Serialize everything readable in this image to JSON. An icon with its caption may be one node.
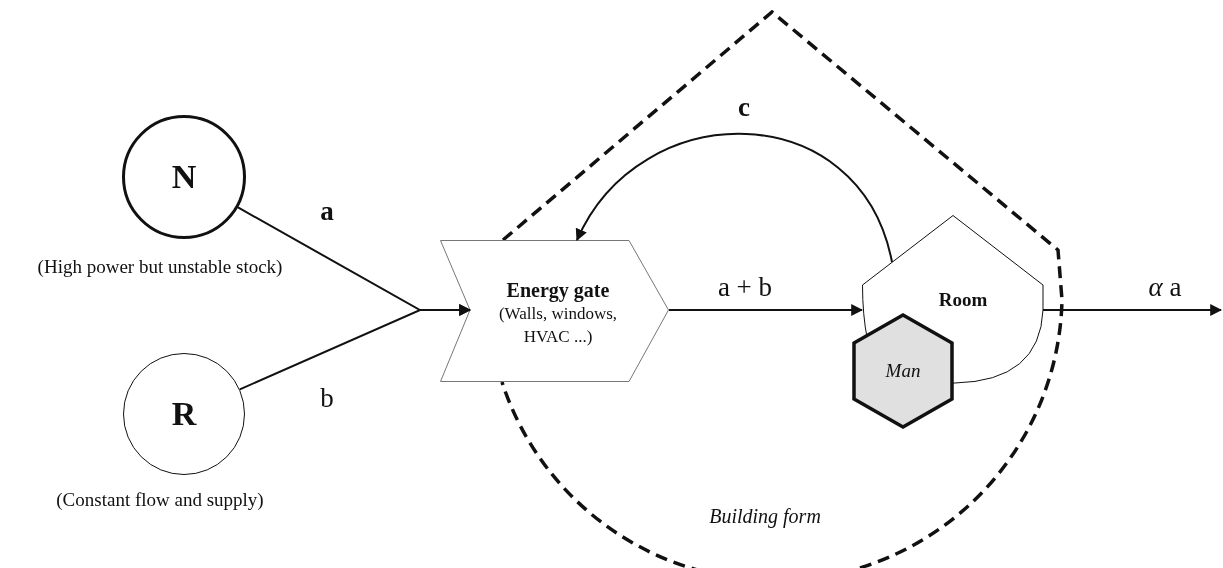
{
  "diagram": {
    "nodes": [
      {
        "text": [
          "N"
        ],
        "beside": [
          "(High power but unstable stock)"
        ]
      },
      {
        "text": [
          "R"
        ],
        "beside": [
          "(Constant flow and supply)"
        ]
      },
      {
        "text": [
          "Building form"
        ]
      },
      {
        "text": [
          "Energy gate",
          "(Walls, windows, HVAC ...)"
        ]
      },
      {
        "text": [
          "Room"
        ],
        "in": 2
      },
      {
        "text": [
          "Man"
        ],
        "in": 2
      }
    ],
    "edges": [
      {
        "from": 0,
        "to": 3,
        "arrow": "to",
        "label": "a"
      },
      {
        "from": 1,
        "to": 3,
        "arrow": "to",
        "label": "b"
      },
      {
        "from": 3,
        "to": 4,
        "arrow": "to",
        "label": "a + b"
      },
      {
        "from": 4,
        "to": 3,
        "arrow": "to",
        "label": "c"
      },
      {
        "from": 4,
        "to": null,
        "arrow": "to",
        "label": "*α* a"
      }
    ]
  }
}
